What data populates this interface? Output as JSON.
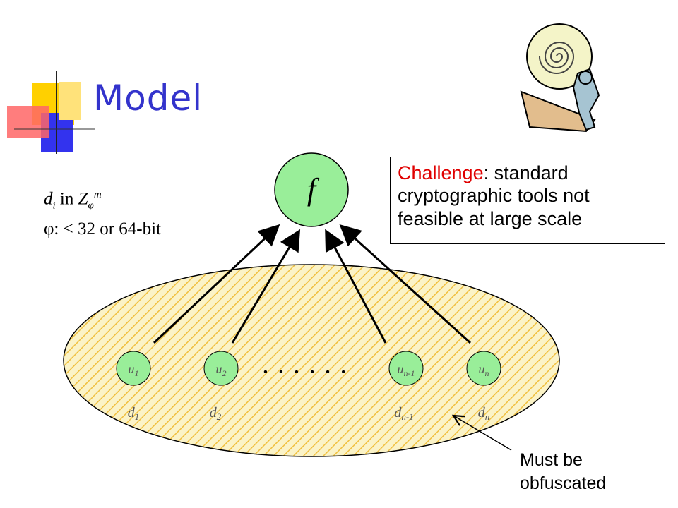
{
  "title": "Model",
  "function_label": "f",
  "formula": {
    "line1_var": "d",
    "line1_sub": "i",
    "line1_mid": " in ",
    "line1_set": "Z",
    "line1_set_sub": "φ",
    "line1_set_sup": "m",
    "line2": "φ:  < 32 or 64-bit"
  },
  "challenge": {
    "keyword": "Challenge",
    "text": ": standard cryptographic tools not feasible at large scale"
  },
  "annotation": "Must be obfuscated",
  "ellipsis": "• • • • • •",
  "users": [
    {
      "node": "u",
      "node_sub": "1",
      "data": "d",
      "data_sub": "1"
    },
    {
      "node": "u",
      "node_sub": "2",
      "data": "d",
      "data_sub": "2"
    },
    {
      "node": "u",
      "node_sub": "n-1",
      "data": "d",
      "data_sub": "n-1"
    },
    {
      "node": "u",
      "node_sub": "n",
      "data": "d",
      "data_sub": "n"
    }
  ],
  "colors": {
    "title": "#3333cc",
    "node_fill": "#99ee99",
    "function_fill": "#99ee99",
    "ellipse_fill": "#fbf3c7",
    "hatch": "#f0c040",
    "challenge_keyword": "#e00000"
  }
}
